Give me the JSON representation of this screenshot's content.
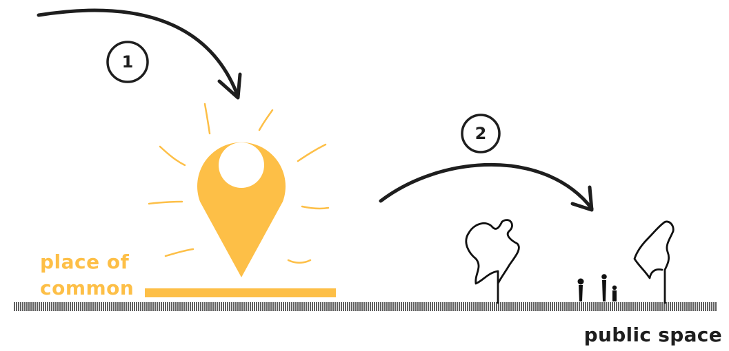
{
  "colors": {
    "accent": "#fdbf47",
    "ink": "#1e1e1e",
    "background": "#ffffff"
  },
  "steps": [
    {
      "label": "1"
    },
    {
      "label": "2"
    }
  ],
  "common": {
    "line1": "place of",
    "line2": "common"
  },
  "public_space": {
    "label": "public space"
  },
  "icons": {
    "pin": "location-pin-icon",
    "trees": "tree-icon",
    "people": "person-icon"
  }
}
